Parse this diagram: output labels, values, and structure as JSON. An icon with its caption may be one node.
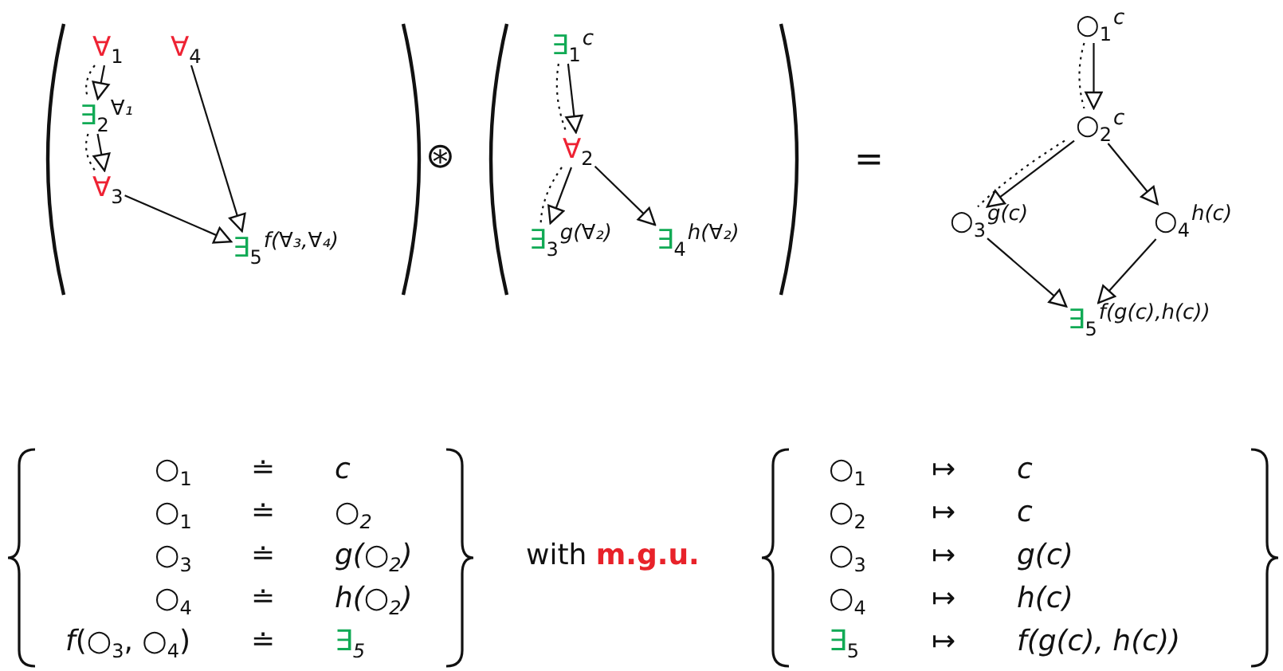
{
  "diagram": {
    "nodes": [
      {
        "text": [
          "∀$_{1}$"
        ]
      },
      {
        "text": [
          "∀$_{4}$"
        ]
      },
      {
        "text": [
          "∃$_{2}$"
        ],
        "beside": [
          "$^{∀₁}$"
        ]
      },
      {
        "text": [
          "∀$_{3}$"
        ]
      },
      {
        "text": [
          "∃$_{5}$"
        ],
        "beside": [
          "$^{f(∀₃,∀₄)}$"
        ]
      },
      {
        "text": [
          "∃$_{1}$"
        ],
        "beside": [
          "$^{c}$"
        ]
      },
      {
        "text": [
          "∀$_{2}$"
        ]
      },
      {
        "text": [
          "∃$_{3}$"
        ],
        "beside": [
          "$^{g(∀₂)}$"
        ]
      },
      {
        "text": [
          "∃$_{4}$"
        ],
        "beside": [
          "$^{h(∀₂)}$"
        ]
      },
      {
        "text": [
          "○$_{1}$"
        ],
        "beside": [
          "$^{c}$"
        ]
      },
      {
        "text": [
          "○$_{2}$"
        ],
        "beside": [
          "$^{c}$"
        ]
      },
      {
        "text": [
          "○$_{3}$"
        ],
        "beside": [
          "$^{g(c)}$"
        ]
      },
      {
        "text": [
          "○$_{4}$"
        ],
        "beside": [
          "$^{h(c)}$"
        ]
      },
      {
        "text": [
          "∃$_{5}$"
        ],
        "beside": [
          "$^{f(g(c),h(c))}$"
        ]
      }
    ],
    "edges": [
      {
        "from": 0,
        "to": 2,
        "arrow": "to"
      },
      {
        "from": 0,
        "to": 2,
        "arrow": "none",
        "style": "dashed"
      },
      {
        "from": 2,
        "to": 3,
        "arrow": "to"
      },
      {
        "from": 2,
        "to": 3,
        "arrow": "none",
        "style": "dashed"
      },
      {
        "from": 1,
        "to": 4,
        "arrow": "to"
      },
      {
        "from": 3,
        "to": 4,
        "arrow": "to"
      },
      {
        "from": 5,
        "to": 6,
        "arrow": "to"
      },
      {
        "from": 5,
        "to": 6,
        "arrow": "none",
        "style": "dashed"
      },
      {
        "from": 6,
        "to": 7,
        "arrow": "to"
      },
      {
        "from": 6,
        "to": 7,
        "arrow": "none",
        "style": "dashed"
      },
      {
        "from": 6,
        "to": 8,
        "arrow": "to"
      },
      {
        "from": 9,
        "to": 10,
        "arrow": "to"
      },
      {
        "from": 9,
        "to": 10,
        "arrow": "none",
        "style": "dashed"
      },
      {
        "from": 10,
        "to": 11,
        "arrow": "to"
      },
      {
        "from": 10,
        "to": 11,
        "arrow": "none",
        "style": "dashed"
      },
      {
        "from": 10,
        "to": 12,
        "arrow": "to"
      },
      {
        "from": 11,
        "to": 13,
        "arrow": "to"
      },
      {
        "from": 12,
        "to": 13,
        "arrow": "to"
      }
    ],
    "labels": [
      "⊛",
      "=",
      "○$_{1}$",
      "≐",
      "c",
      "○$_{1}$",
      "≐",
      "○$_{2}$",
      "○$_{3}$",
      "≐",
      "g(○$_{2}$)",
      "○$_{4}$",
      "≐",
      "h(○$_{2}$)",
      "*f*(○$_{3}$, ○$_{4}$)",
      "≐",
      "∃$_{5}$",
      "with **m.g.u.**",
      "○$_{1}$",
      "↦",
      "c",
      "○$_{2}$",
      "↦",
      "c",
      "○$_{3}$",
      "↦",
      "g(c)",
      "○$_{4}$",
      "↦",
      "h(c)",
      "∃$_{5}$",
      "↦",
      "f(g(c), h(c))"
    ]
  }
}
